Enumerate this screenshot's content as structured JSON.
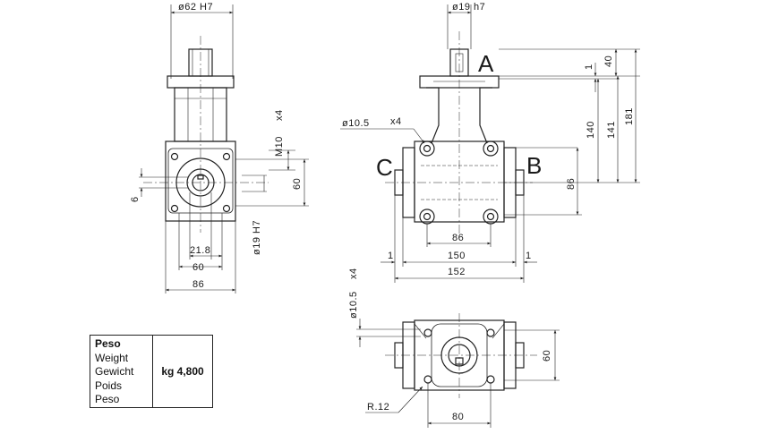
{
  "dimensions": {
    "side_shaft_dia": "ø62 H7",
    "top_shaft_dia": "ø19 h7",
    "thread": "M10",
    "thread_qty": "x4",
    "side_bore_label": "ø19 H7",
    "side_dim_6": "6",
    "side_dim_60_vertical": "60",
    "side_dim_21_8": "21.8",
    "side_dim_60": "60",
    "side_dim_86": "86",
    "front_hole_dia": "ø10.5",
    "front_hole_qty": "x4",
    "front_dim_1": "1",
    "front_dim_40": "40",
    "front_dim_140": "140",
    "front_dim_141": "141",
    "front_dim_181": "181",
    "front_dim_86_vertical": "86",
    "front_dim_86": "86",
    "front_dim_150": "150",
    "front_dim_152": "152",
    "front_dim_1_left": "1",
    "front_dim_1_right": "1",
    "bottom_hole_dia": "ø10.5",
    "bottom_hole_qty": "x4",
    "bottom_radius": "R.12",
    "bottom_dim_80": "80",
    "bottom_dim_60": "60"
  },
  "shaft_labels": {
    "a": "A",
    "b": "B",
    "c": "C"
  },
  "weight_box": {
    "labels": [
      "Peso",
      "Weight",
      "Gewicht",
      "Poids",
      "Peso"
    ],
    "value": "kg 4,800"
  }
}
